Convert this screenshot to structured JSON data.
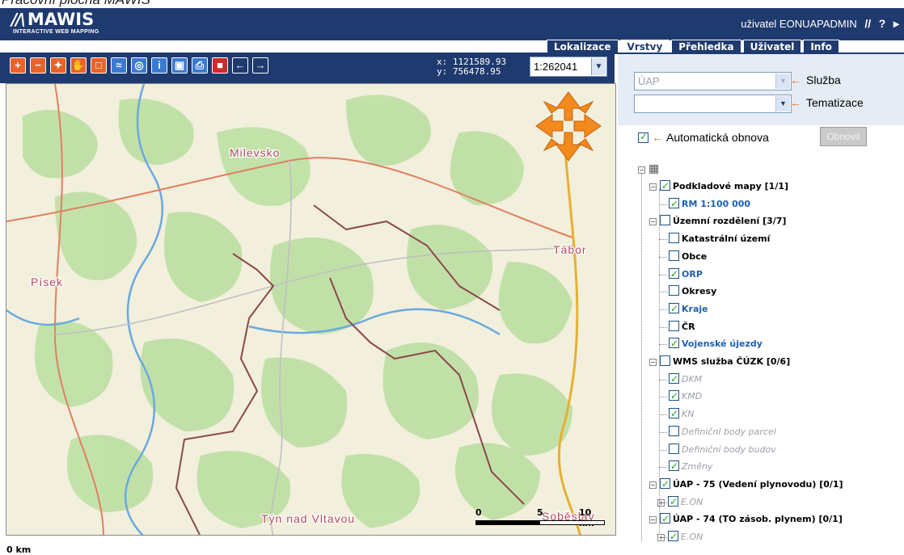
{
  "caption": "Pracovní plocha MAWIS",
  "header": {
    "logo_mark": "//\\",
    "logo_name": "MAWIS",
    "logo_sub": "INTERACTIVE WEB MAPPING",
    "user": "uživatel EONUAPADMIN",
    "icons": [
      "mawis-logo-icon",
      "help-icon",
      "exit-icon"
    ],
    "help": "?"
  },
  "tabs": [
    "Lokalizace",
    "Vrstvy",
    "Přehledka",
    "Uživatel",
    "Info"
  ],
  "active_tab": "Vrstvy",
  "toolbar": {
    "tools": [
      "zoom-in-icon",
      "zoom-out-icon",
      "zoom-extent-icon",
      "pan-hand-icon",
      "zoom-window-icon",
      "measure-icon",
      "search-layer-icon",
      "info-icon",
      "select-icon",
      "print-icon",
      "export-icon",
      "back-icon",
      "forward-icon"
    ],
    "coord_x": "x: 1121589.93",
    "coord_y": "y: 756478.95",
    "scale": "1:262041"
  },
  "map": {
    "labels": [
      "Milevsko",
      "Tábor",
      "Písek",
      "Týn nad Vltavou",
      "Soběslav"
    ],
    "scalebar": [
      "0",
      "5",
      "10 km"
    ],
    "bottom_label": "0 km"
  },
  "panel": {
    "service_value": "ÚAP",
    "service_label": "Služba",
    "theme_value": "",
    "theme_label": "Tematizace",
    "auto_label": "Automatická obnova",
    "refresh_label": "Obnovit"
  },
  "tree": [
    {
      "label": "Podkladové mapy [1/1]",
      "level": 1,
      "checked": true,
      "style": "black",
      "expander": "-"
    },
    {
      "label": "RM 1:100 000",
      "level": 2,
      "checked": true,
      "style": "blue",
      "expander": ""
    },
    {
      "label": "Územní rozdělení [3/7]",
      "level": 1,
      "checked": false,
      "style": "black",
      "expander": "-"
    },
    {
      "label": "Katastrální území",
      "level": 2,
      "checked": false,
      "style": "black",
      "expander": ""
    },
    {
      "label": "Obce",
      "level": 2,
      "checked": false,
      "style": "black",
      "expander": ""
    },
    {
      "label": "ORP",
      "level": 2,
      "checked": true,
      "style": "blue",
      "expander": ""
    },
    {
      "label": "Okresy",
      "level": 2,
      "checked": false,
      "style": "black",
      "expander": ""
    },
    {
      "label": "Kraje",
      "level": 2,
      "checked": true,
      "style": "blue",
      "expander": ""
    },
    {
      "label": "ČR",
      "level": 2,
      "checked": false,
      "style": "black",
      "expander": ""
    },
    {
      "label": "Vojenské újezdy",
      "level": 2,
      "checked": true,
      "style": "blue",
      "expander": ""
    },
    {
      "label": "WMS služba ČÚZK [0/6]",
      "level": 1,
      "checked": false,
      "style": "black",
      "expander": "-"
    },
    {
      "label": "DKM",
      "level": 2,
      "checked": true,
      "style": "grey",
      "expander": ""
    },
    {
      "label": "KMD",
      "level": 2,
      "checked": true,
      "style": "grey",
      "expander": ""
    },
    {
      "label": "KN",
      "level": 2,
      "checked": true,
      "style": "grey",
      "expander": ""
    },
    {
      "label": "Definiční body parcel",
      "level": 2,
      "checked": false,
      "style": "grey",
      "expander": ""
    },
    {
      "label": "Definiční body budov",
      "level": 2,
      "checked": false,
      "style": "grey",
      "expander": ""
    },
    {
      "label": "Změny",
      "level": 2,
      "checked": true,
      "style": "grey",
      "expander": ""
    },
    {
      "label": "ÚAP - 75 (Vedení plynovodu) [0/1]",
      "level": 1,
      "checked": true,
      "style": "black",
      "expander": "-"
    },
    {
      "label": "E.ON",
      "level": 2,
      "checked": true,
      "style": "grey",
      "expander": "+"
    },
    {
      "label": "ÚAP - 74 (TO zásob. plynem) [0/1]",
      "level": 1,
      "checked": true,
      "style": "black",
      "expander": "-"
    },
    {
      "label": "E.ON",
      "level": 2,
      "checked": true,
      "style": "grey",
      "expander": "+"
    }
  ]
}
